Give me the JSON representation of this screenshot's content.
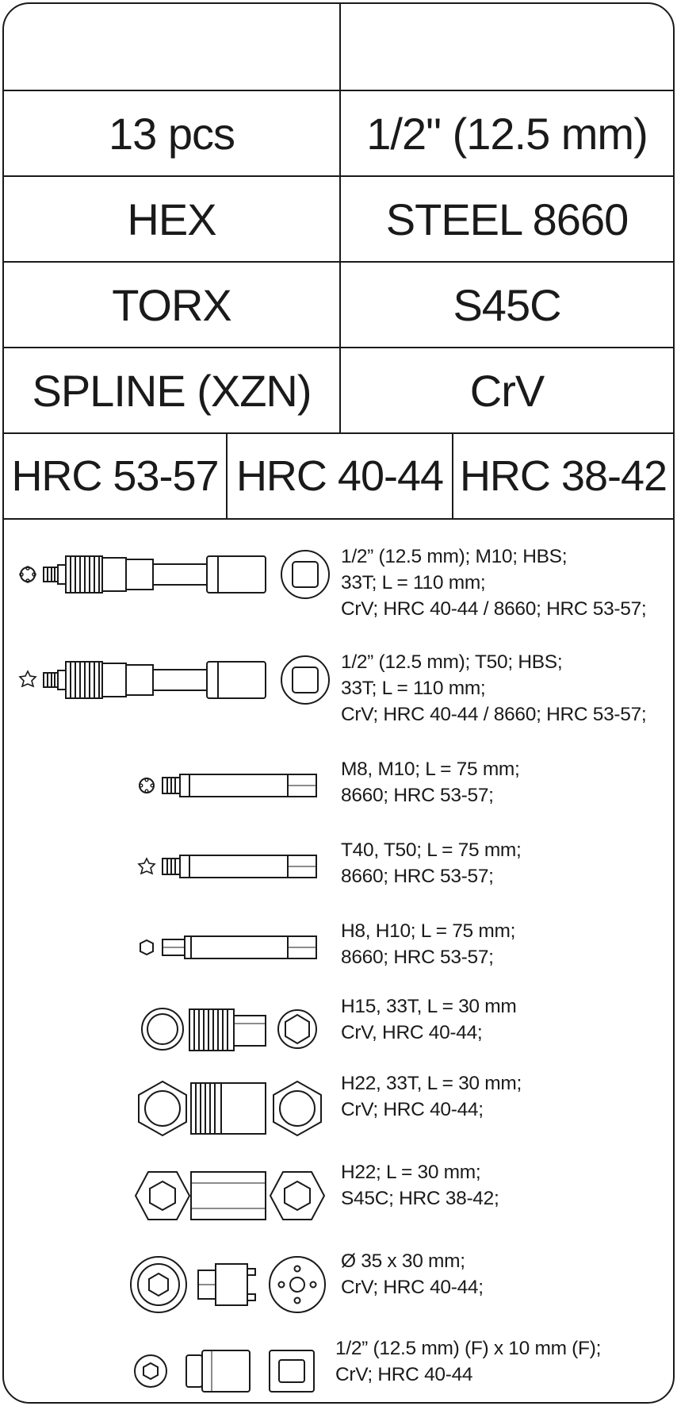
{
  "header": {
    "rows": [
      {
        "left": "",
        "right": ""
      },
      {
        "left": "13 pcs",
        "right": "1/2\" (12.5 mm)"
      },
      {
        "left": "HEX",
        "right": "STEEL 8660"
      },
      {
        "left": "TORX",
        "right": "S45C"
      },
      {
        "left": "SPLINE (XZN)",
        "right": "CrV"
      }
    ],
    "hardness": [
      "HRC 53-57",
      "HRC 40-44",
      "HRC 38-42"
    ]
  },
  "items": [
    {
      "name": "spline-bit-socket-long",
      "lines": [
        "1/2” (12.5 mm); M10; HBS;",
        "33T; L = 110 mm;",
        "CrV; HRC 40-44 / 8660; HRC 53-57;"
      ]
    },
    {
      "name": "torx-bit-socket-long",
      "lines": [
        "1/2” (12.5 mm); T50; HBS;",
        "33T; L = 110 mm;",
        "CrV; HRC 40-44 / 8660; HRC 53-57;"
      ]
    },
    {
      "name": "spline-bits",
      "lines": [
        "M8, M10; L = 75 mm;",
        "8660; HRC 53-57;"
      ]
    },
    {
      "name": "torx-bits",
      "lines": [
        "T40, T50; L = 75 mm;",
        "8660; HRC 53-57;"
      ]
    },
    {
      "name": "hex-bits",
      "lines": [
        "H8, H10; L = 75 mm;",
        "8660; HRC 53-57;"
      ]
    },
    {
      "name": "h15-bit-holder",
      "lines": [
        "H15, 33T, L = 30 mm",
        "CrV, HRC 40-44;"
      ]
    },
    {
      "name": "h22-bit-holder-33t",
      "lines": [
        "H22, 33T, L = 30 mm;",
        "CrV; HRC 40-44;"
      ]
    },
    {
      "name": "h22-bit-holder",
      "lines": [
        "H22; L = 30 mm;",
        "S45C; HRC 38-42;"
      ]
    },
    {
      "name": "pin-adapter",
      "lines": [
        "Ø 35 x 30 mm;",
        "CrV; HRC 40-44;"
      ]
    },
    {
      "name": "reducer-adapter",
      "lines": [
        "1/2” (12.5 mm) (F) x 10 mm (F);",
        "CrV; HRC 40-44"
      ]
    }
  ]
}
